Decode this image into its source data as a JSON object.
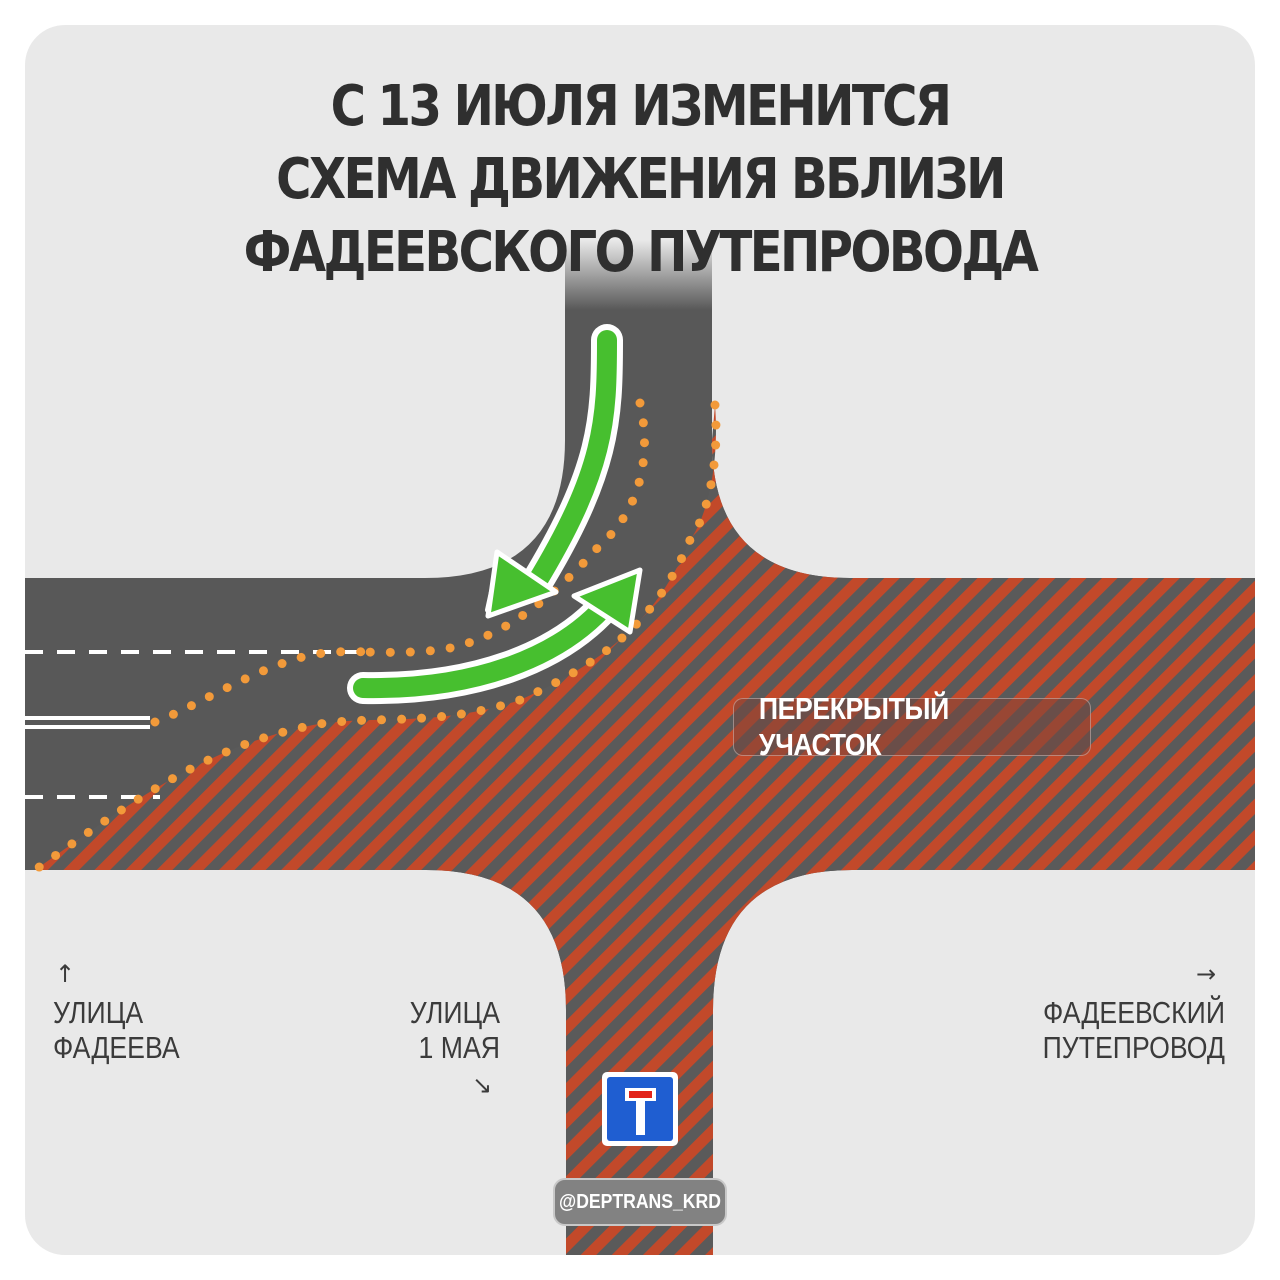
{
  "title": {
    "line1": "С 13 ИЮЛЯ ИЗМЕНИТСЯ",
    "line2": "СХЕМА ДВИЖЕНИЯ ВБЛИЗИ",
    "line3": "ФАДЕЕВСКОГО ПУТЕПРОВОДА"
  },
  "closed_section_label": "ПЕРЕКРЫТЫЙ УЧАСТОК",
  "streets": {
    "fadeeva": {
      "arrow": "↑",
      "line1": "УЛИЦА",
      "line2": "ФАДЕЕВА"
    },
    "pervogo_maya": {
      "arrow": "↘",
      "line1": "УЛИЦА",
      "line2": "1 МАЯ"
    },
    "overpass": {
      "arrow": "→",
      "line1": "ФАДЕЕВСКИЙ",
      "line2": "ПУТЕПРОВОД"
    }
  },
  "handle": "@DEPTRANS_KRD",
  "icons": {
    "dead_end_sign": "dead-end-road-sign",
    "route_arrows": "green-route-arrow"
  },
  "colors": {
    "background": "#e9e9e9",
    "road": "#585858",
    "closed_hatch": "#c2492a",
    "dotted_boundary": "#f29a3a",
    "route_arrow": "#47bf2f"
  }
}
